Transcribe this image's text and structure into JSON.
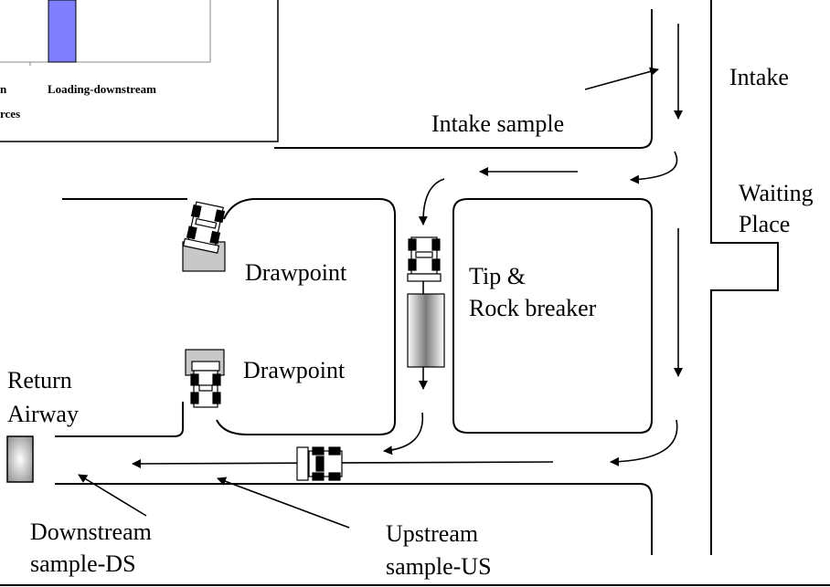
{
  "inset_chart": {
    "category_partial": "n",
    "category_label": "Loading-downstream",
    "axis_label_partial": "rces",
    "bar_color": "#8080ff"
  },
  "labels": {
    "intake": "Intake",
    "intake_sample": "Intake sample",
    "waiting_place_1": "Waiting",
    "waiting_place_2": "Place",
    "drawpoint_upper": "Drawpoint",
    "drawpoint_lower": "Drawpoint",
    "tip_1": "Tip &",
    "tip_2": "Rock breaker",
    "return_1": "Return",
    "return_2": "Airway",
    "downstream_1": "Downstream",
    "downstream_2": "sample-DS",
    "upstream_1": "Upstream",
    "upstream_2": "sample-US"
  },
  "colors": {
    "line": "#000000",
    "equipment_fill": "#c8c8c8"
  }
}
